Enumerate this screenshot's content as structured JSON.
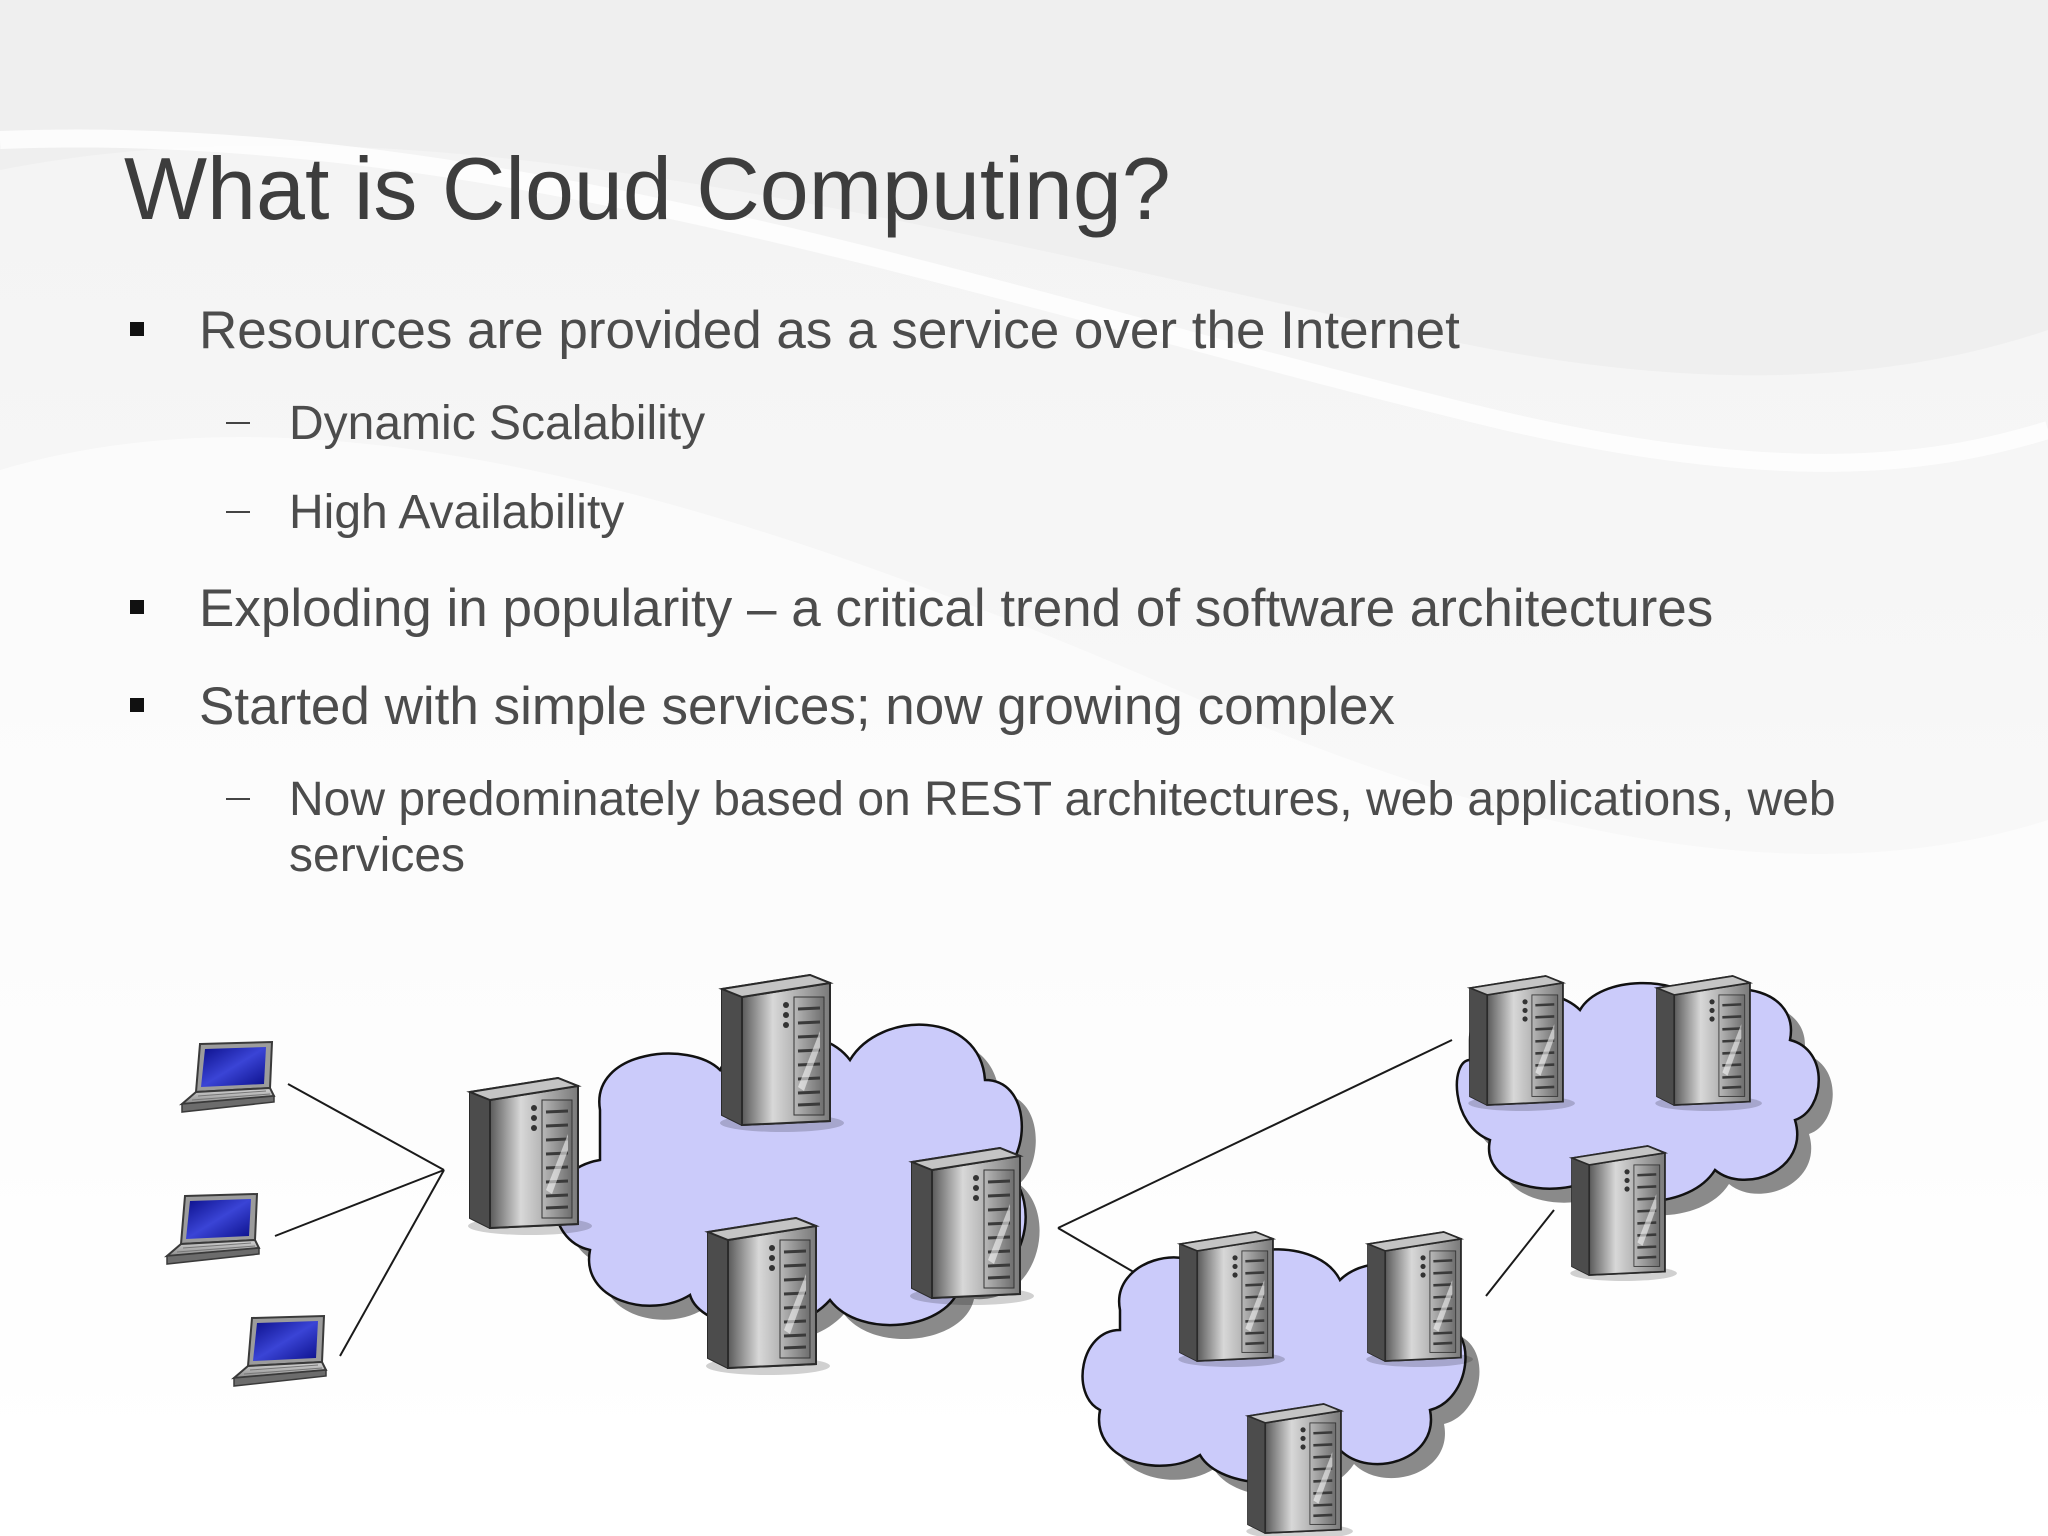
{
  "slide": {
    "title": "What is Cloud Computing?",
    "bullets": [
      {
        "level": 1,
        "text": "Resources are provided as a service over the Internet"
      },
      {
        "level": 2,
        "text": "Dynamic Scalability"
      },
      {
        "level": 2,
        "text": "High Availability"
      },
      {
        "level": 1,
        "text": "Exploding in popularity – a critical trend of software architectures"
      },
      {
        "level": 1,
        "text": "Started with simple services; now growing complex"
      },
      {
        "level": 2,
        "text": "Now predominately based on REST architectures, web applications, web services"
      }
    ]
  },
  "diagram": {
    "laptop_count": 3,
    "clouds": [
      {
        "id": "cloud-main",
        "server_count": 4
      },
      {
        "id": "cloud-lower",
        "server_count": 3
      },
      {
        "id": "cloud-upper",
        "server_count": 3
      }
    ],
    "colors": {
      "cloud_fill": "#cbcbfa",
      "cloud_shadow": "#8a8a8a",
      "server_body": "#9a9a9a",
      "laptop_screen": "#1f24b3",
      "text": "#4a4a4a"
    }
  }
}
